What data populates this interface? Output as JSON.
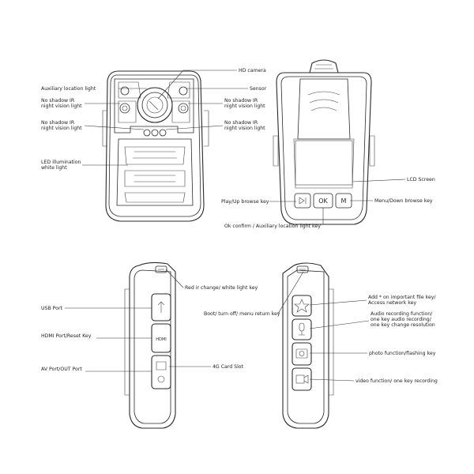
{
  "labels": {
    "front": {
      "hd_camera": "HD camera",
      "aux_light": "Auxiliary location light",
      "sensor": "Sensor",
      "ir_left_1a": "No shadow IR",
      "ir_left_1b": "night vision light",
      "ir_right_1a": "No shadow IR",
      "ir_right_1b": "night vision light",
      "ir_left_2a": "No shadow IR",
      "ir_left_2b": "night vision light",
      "ir_right_2a": "No shadow IR",
      "ir_right_2b": "night vision light",
      "led_a": "LED illumination",
      "led_b": "white light"
    },
    "back": {
      "lcd": "LCD Screen",
      "play_up": "Play/Up browse key",
      "menu_down": "Menu/Down browse key",
      "ok_confirm": "Ok confirm / Auxiliary location light key",
      "ok_key": "OK",
      "m_key": "M"
    },
    "left_side": {
      "red_ir": "Red ir change/ white light key",
      "usb": "USB Port",
      "hdmi": "HDMI Port/Reset Key",
      "card": "4G Card Slot",
      "av": "AV Port/OUT Port",
      "hdmi_mark": "HDMI"
    },
    "right_side": {
      "boot": "Boot/ turn off/ menu return key",
      "add_a": "Add * on important file key/",
      "add_b": "Access network key",
      "audio_a": "Audio recording function/",
      "audio_b": "one key audio recording/",
      "audio_c": "one key change resolution",
      "photo": "photo function/flashing key",
      "video": "video function/ one key recording"
    }
  },
  "colors": {
    "line": "#2a2a2a",
    "text": "#222222",
    "background": "#ffffff"
  }
}
